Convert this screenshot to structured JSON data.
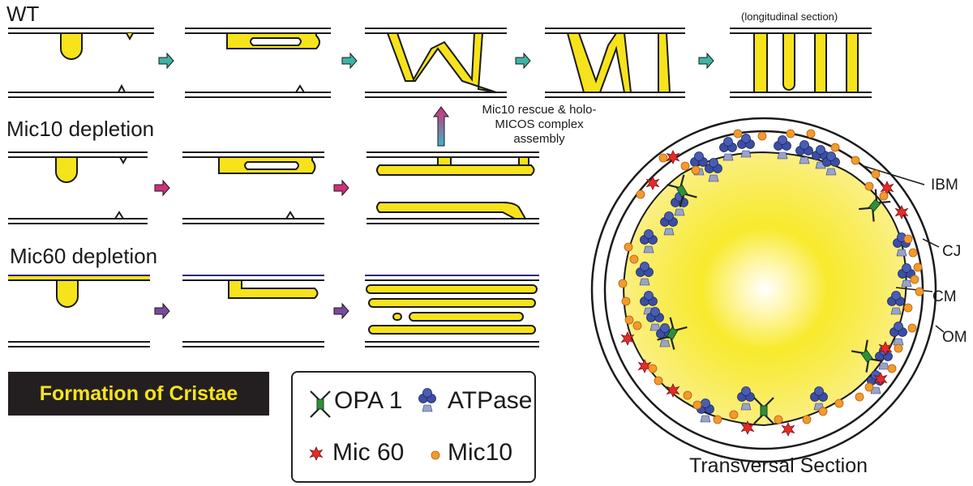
{
  "rows": {
    "wt": "WT",
    "mic10": "Mic10 depletion",
    "mic60": "Mic60 depletion"
  },
  "captions": {
    "longitudinal": "(longitudinal section)",
    "rescue": [
      "Mic10 rescue & holo-",
      "MICOS complex",
      "assembly"
    ],
    "transversal": "Transversal Section"
  },
  "banner": "Formation of Cristae",
  "legend": {
    "opa1": "OPA 1",
    "atpase": "ATPase",
    "mic60": "Mic 60",
    "mic10": "Mic10"
  },
  "circle_labels": {
    "ibm": "IBM",
    "cj": "CJ",
    "cm": "CM",
    "om": "OM"
  },
  "colors": {
    "matrix": "#f6e31c",
    "teal_arrow": "#3fb3a5",
    "magenta_arrow": "#d1307c",
    "purple_arrow": "#7a4a9c",
    "mic10_orange": "#f39a2b",
    "mic60_red": "#e62a2a",
    "atpase_blue": "#3b4ea3",
    "opa1_green": "#2f8f3c",
    "banner_bg": "#231f20"
  }
}
